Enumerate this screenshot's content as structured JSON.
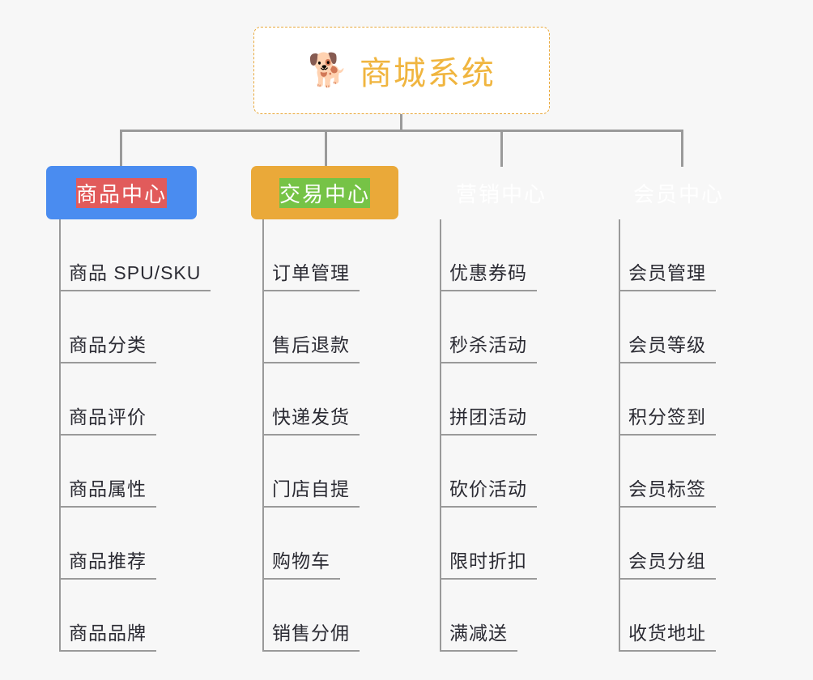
{
  "page": {
    "background_color": "#f7f7f7",
    "line_color": "#9a9a9a",
    "leaf_text_color": "#2b2b33"
  },
  "root": {
    "title": "商城系统",
    "icon": "shiba-dog-face-emoji",
    "emoji": "🐕",
    "text_color": "#f0b53f",
    "border_color": "#e9a93c",
    "background_color": "#ffffff"
  },
  "categories": [
    {
      "label": "商品中心",
      "color": "#4a8cf0",
      "items": [
        "商品 SPU/SKU",
        "商品分类",
        "商品评价",
        "商品属性",
        "商品推荐",
        "商品品牌"
      ]
    },
    {
      "label": "交易中心",
      "color": "#e15b5b",
      "items": [
        "订单管理",
        "售后退款",
        "快递发货",
        "门店自提",
        "购物车",
        "销售分佣"
      ]
    },
    {
      "label": "营销中心",
      "color": "#eaa939",
      "items": [
        "优惠券码",
        "秒杀活动",
        "拼团活动",
        "砍价活动",
        "限时折扣",
        "满减送"
      ]
    },
    {
      "label": "会员中心",
      "color": "#76c346",
      "items": [
        "会员管理",
        "会员等级",
        "积分签到",
        "会员标签",
        "会员分组",
        "收货地址"
      ]
    }
  ]
}
